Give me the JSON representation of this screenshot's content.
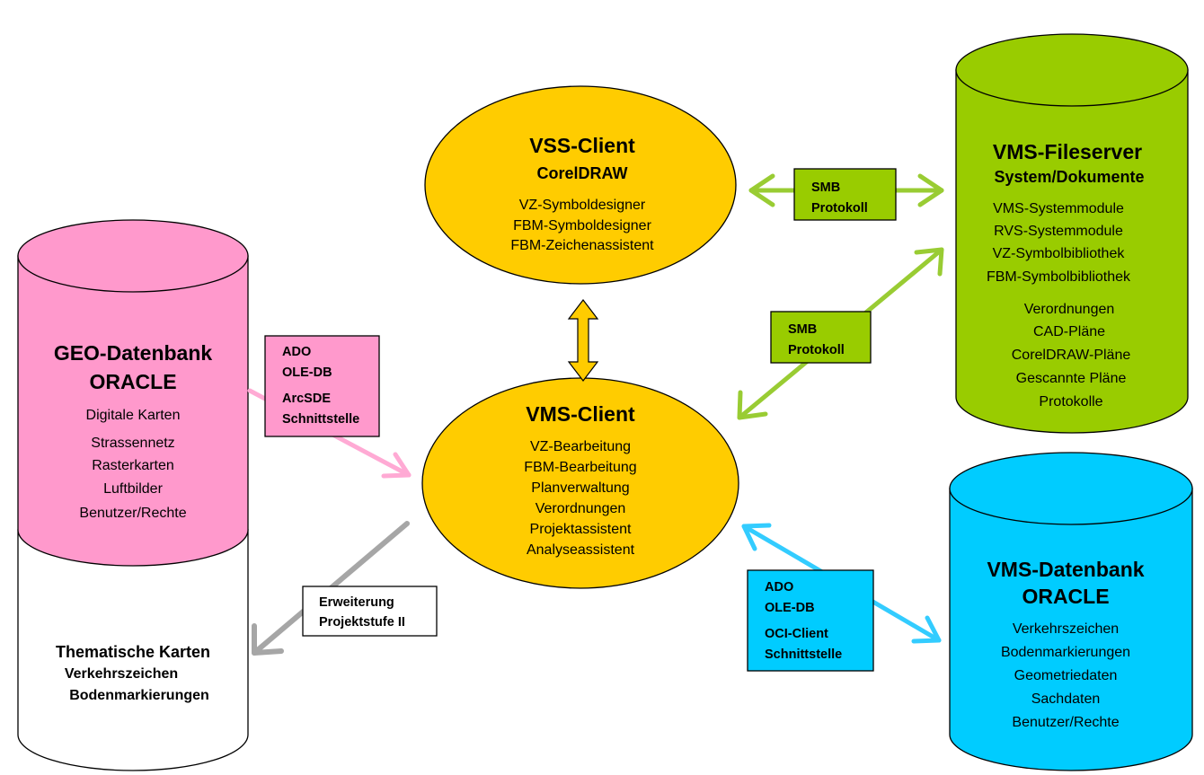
{
  "colors": {
    "pink": "#ff99cc",
    "yellow": "#ffcc00",
    "green": "#99cc00",
    "cyan": "#00ccff",
    "light_green_arrow": "#99cc33",
    "light_pink_arrow": "#ffaad4",
    "gray_arrow": "#a6a6a6",
    "light_cyan_arrow": "#33ccff"
  },
  "geo_db": {
    "title": "GEO-Datenbank",
    "subtitle": "ORACLE",
    "items": [
      "Digitale Karten",
      "Strassennetz",
      "Rasterkarten",
      "Luftbilder",
      "Benutzer/Rechte"
    ],
    "thematic_title": "Thematische Karten",
    "thematic_items": [
      "Verkehrszeichen",
      "Bodenmarkierungen"
    ]
  },
  "vss_client": {
    "title": "VSS-Client",
    "subtitle": "CorelDRAW",
    "items": [
      "VZ-Symboldesigner",
      "FBM-Symboldesigner",
      "FBM-Zeichenassistent"
    ]
  },
  "vms_client": {
    "title": "VMS-Client",
    "items": [
      "VZ-Bearbeitung",
      "FBM-Bearbeitung",
      "Planverwaltung",
      "Verordnungen",
      "Projektassistent",
      "Analyseassistent"
    ]
  },
  "vms_fileserver": {
    "title": "VMS-Fileserver",
    "subtitle": "System/Dokumente",
    "items": [
      "VMS-Systemmodule",
      "RVS-Systemmodule",
      "VZ-Symbolbibliothek",
      "FBM-Symbolbibliothek",
      "Verordnungen",
      "CAD-Pläne",
      "CorelDRAW-Pläne",
      "Gescannte Pläne",
      "Protokolle"
    ]
  },
  "vms_db": {
    "title": "VMS-Datenbank",
    "subtitle": "ORACLE",
    "items": [
      "Verkehrszeichen",
      "Bodenmarkierungen",
      "Geometriedaten",
      "Sachdaten",
      "Benutzer/Rechte"
    ]
  },
  "labels": {
    "ado_arcsde": [
      "ADO",
      "OLE-DB",
      "ArcSDE",
      "Schnittstelle"
    ],
    "smb_top": [
      "SMB",
      "Protokoll"
    ],
    "smb_mid": [
      "SMB",
      "Protokoll"
    ],
    "erweiterung": [
      "Erweiterung",
      "Projektstufe II"
    ],
    "ado_oci": [
      "ADO",
      "OLE-DB",
      "OCI-Client",
      "Schnittstelle"
    ]
  }
}
